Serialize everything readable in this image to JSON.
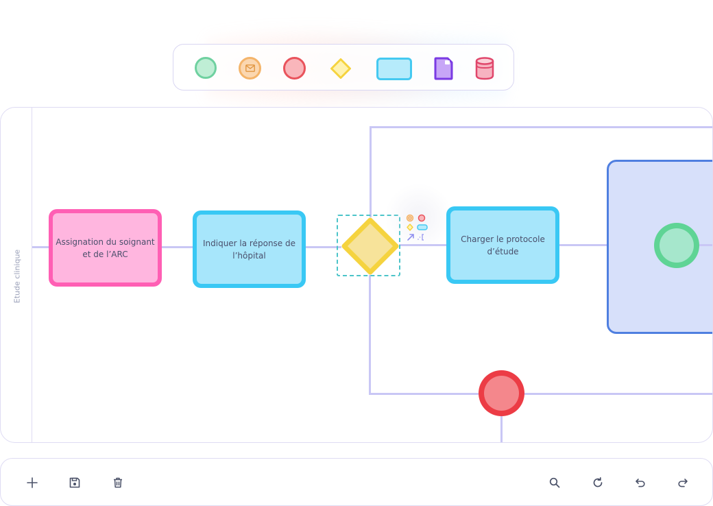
{
  "palette": {
    "items": [
      {
        "icon": "start-event-icon"
      },
      {
        "icon": "message-event-icon"
      },
      {
        "icon": "end-event-icon"
      },
      {
        "icon": "gateway-icon"
      },
      {
        "icon": "task-icon"
      },
      {
        "icon": "data-object-icon"
      },
      {
        "icon": "data-store-icon"
      }
    ]
  },
  "lane": {
    "label": "Etude clinique"
  },
  "tasks": [
    {
      "label": "Assignation du soignant et de l’ARC",
      "color": "#ff5fb4"
    },
    {
      "label": "Indiquer la réponse de l’hôpital",
      "color": "#39c8f4"
    },
    {
      "label": "Charger le protocole d’étude",
      "color": "#39c8f4"
    }
  ],
  "colors": {
    "connector": "#c9c7f5",
    "gateway": "#f5d33f",
    "start_event": "#5fd495",
    "end_event": "#ec3c45",
    "subprocess": "#4f7fe0",
    "selection": "#4bc4c9"
  },
  "toolbar": {
    "left": [
      {
        "icon": "plus-icon"
      },
      {
        "icon": "save-icon"
      },
      {
        "icon": "trash-icon"
      }
    ],
    "right": [
      {
        "icon": "search-icon"
      },
      {
        "icon": "refresh-icon"
      },
      {
        "icon": "undo-icon"
      },
      {
        "icon": "redo-icon"
      }
    ]
  }
}
